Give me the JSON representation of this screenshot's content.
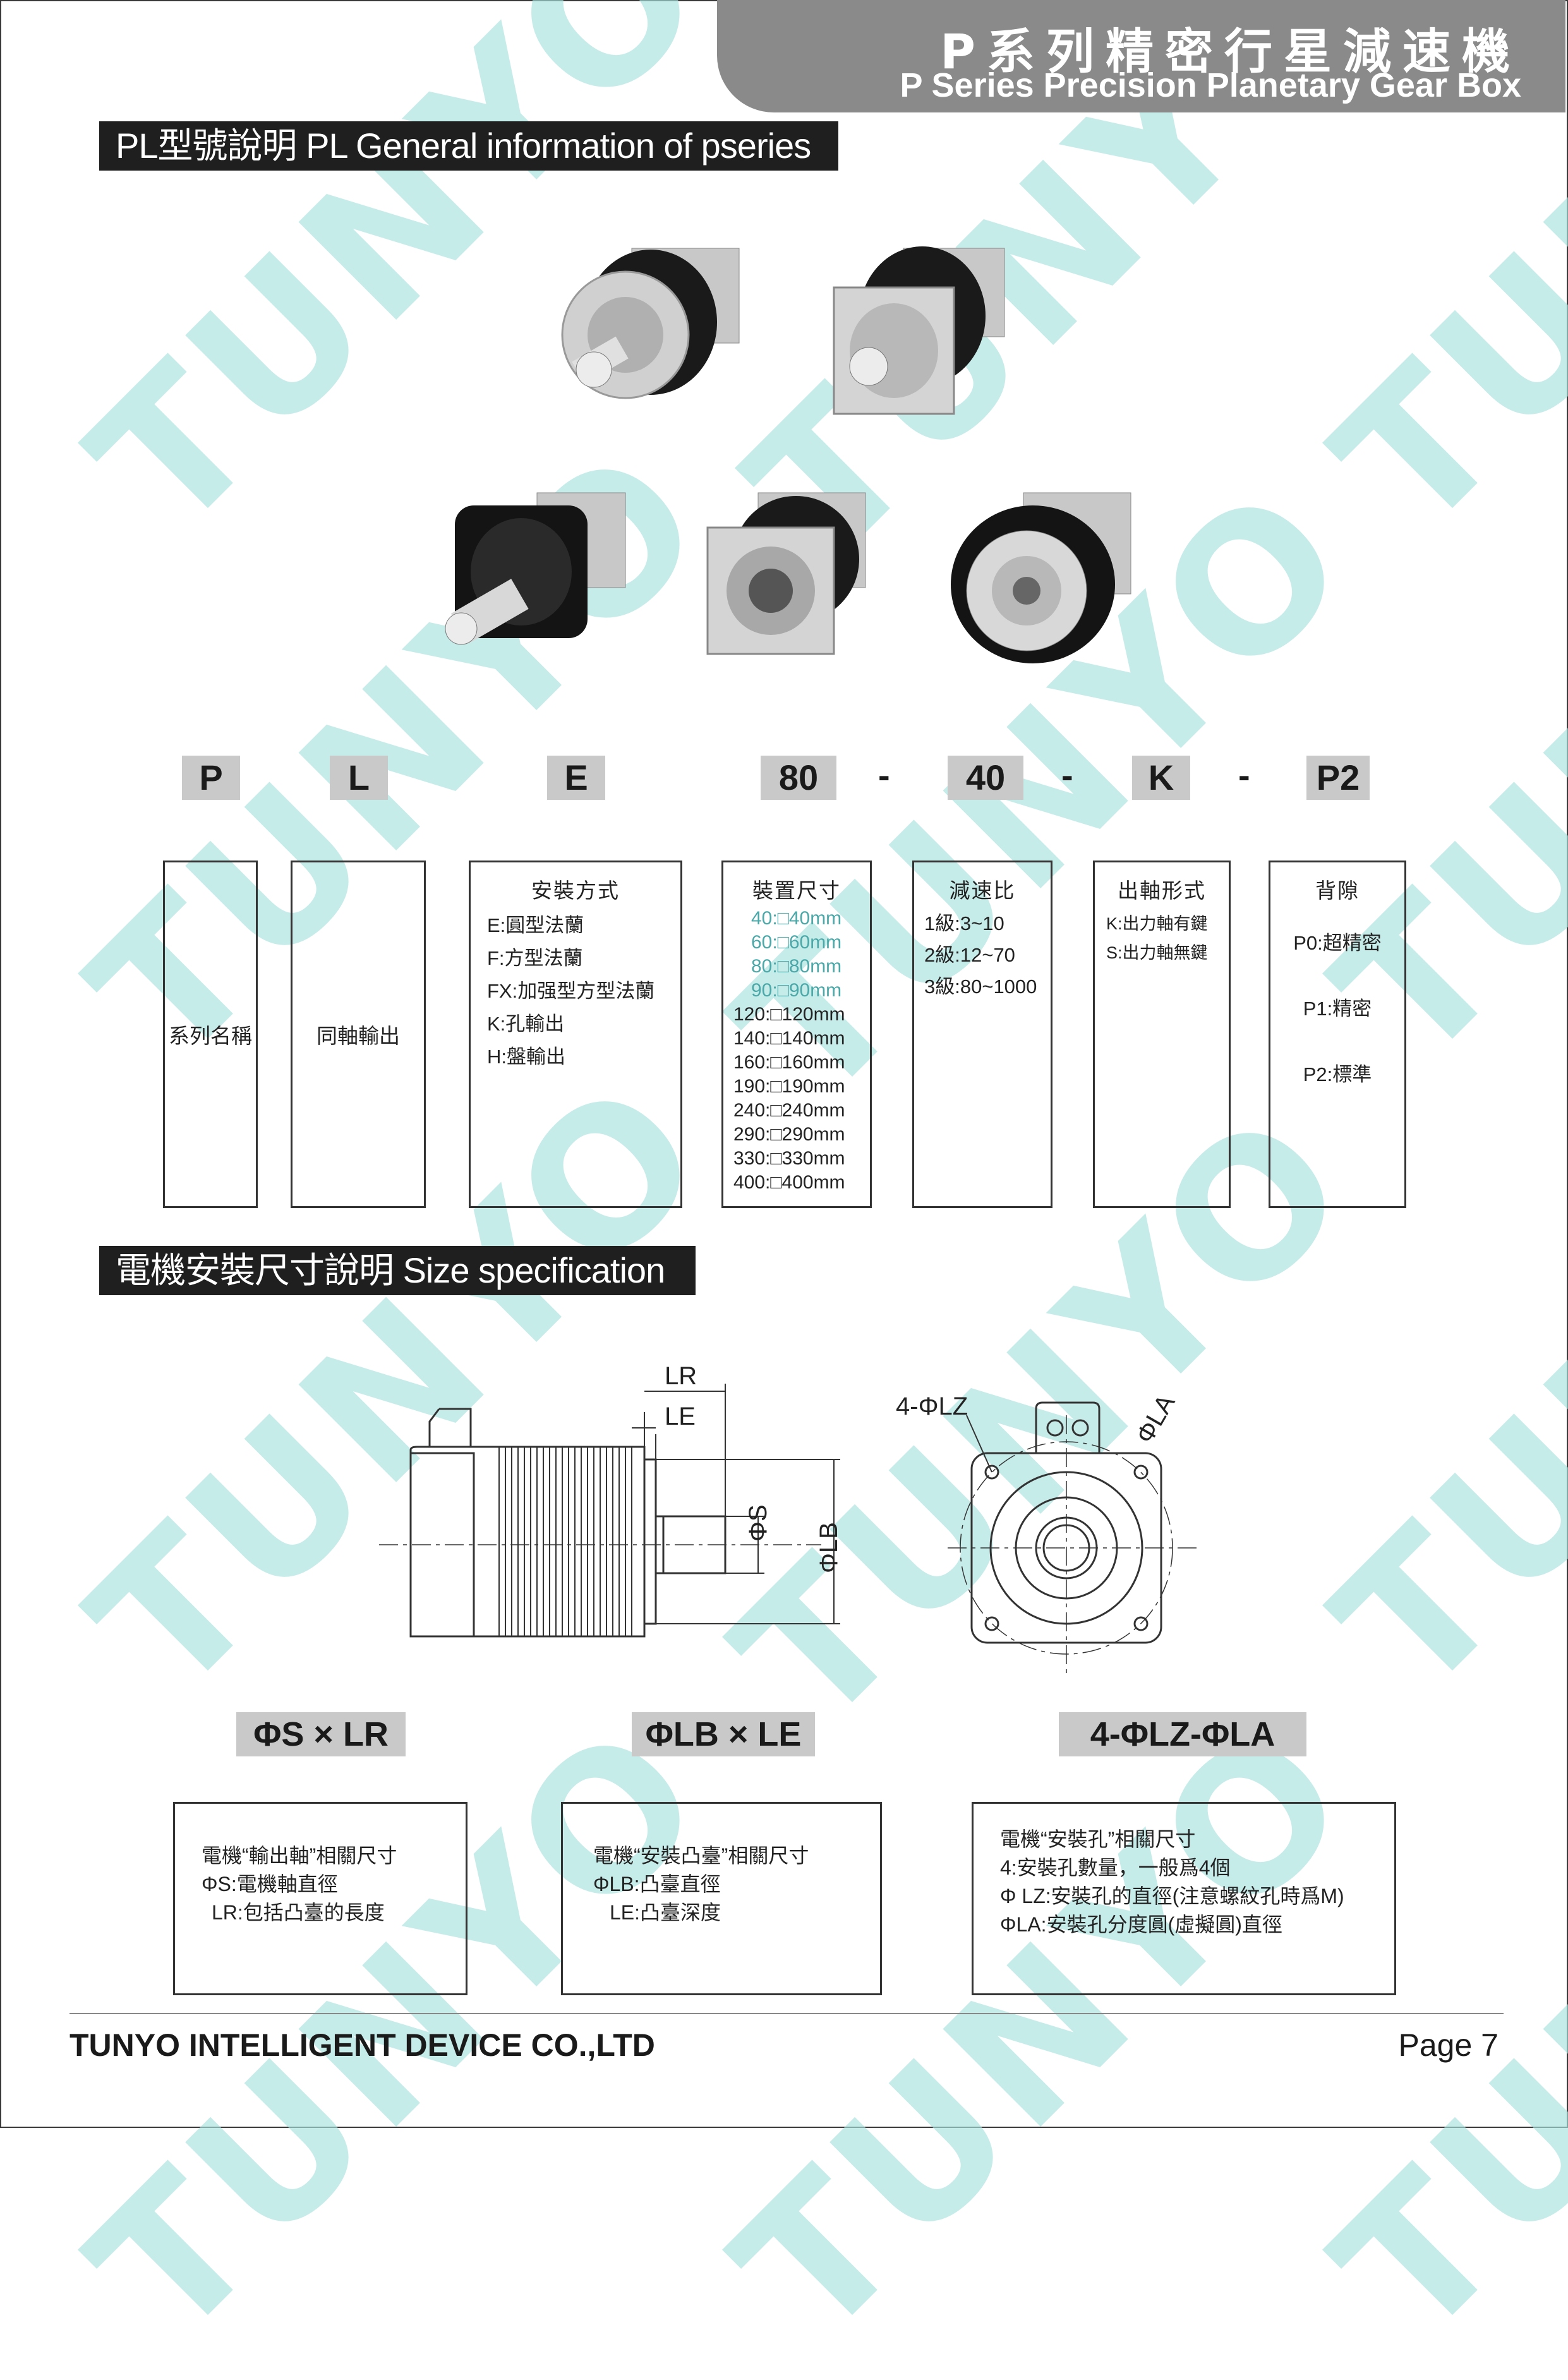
{
  "header": {
    "title_cn": "P系列精密行星減速機",
    "title_en": "P Series Precision Planetary Gear Box"
  },
  "watermark": "TUNYO",
  "section1": {
    "title_cn": "PL型號說明",
    "title_en": "PL General information of pseries"
  },
  "model_code": {
    "letters": [
      "P",
      "L",
      "E",
      "80",
      "40",
      "K",
      "P2"
    ],
    "separator": "-"
  },
  "boxes": {
    "series": "系列名稱",
    "coaxial": "同軸輸出",
    "mount": {
      "title": "安裝方式",
      "lines": [
        "E:圓型法蘭",
        "F:方型法蘭",
        "FX:加强型方型法蘭",
        "K:孔輸出",
        "H:盤輸出"
      ]
    },
    "size": {
      "title": "裝置尺寸",
      "lines": [
        "40:□40mm",
        "60:□60mm",
        "80:□80mm",
        "90:□90mm",
        "120:□120mm",
        "140:□140mm",
        "160:□160mm",
        "190:□190mm",
        "240:□240mm",
        "290:□290mm",
        "330:□330mm",
        "400:□400mm"
      ]
    },
    "ratio": {
      "title": "減速比",
      "lines": [
        "1級:3~10",
        "2級:12~70",
        "3級:80~1000"
      ]
    },
    "shaft": {
      "title": "出軸形式",
      "lines": [
        "K:出力軸有鍵",
        "S:出力軸無鍵"
      ]
    },
    "backlash": {
      "title": "背隙",
      "lines": [
        "P0:超精密",
        "P1:精密",
        "P2:標準"
      ]
    }
  },
  "section2": {
    "title_cn": "電機安裝尺寸說明",
    "title_en": "Size specification"
  },
  "drawing": {
    "lr": "LR",
    "le": "LE",
    "s": "ΦS",
    "lb": "ΦLB",
    "lz": "4-ΦLZ",
    "la": "ΦLA"
  },
  "labels": [
    "ΦS × LR",
    "ΦLB × LE",
    "4-ΦLZ-ΦLA"
  ],
  "notes": {
    "n1": [
      "電機“輸出軸”相關尺寸",
      "ΦS:電機軸直徑",
      "LR:包括凸臺的長度"
    ],
    "n2": [
      "電機“安裝凸臺”相關尺寸",
      "ΦLB:凸臺直徑",
      "LE:凸臺深度"
    ],
    "n3": [
      "電機“安裝孔”相關尺寸",
      "4:安裝孔數量，一般爲4個",
      "Φ LZ:安裝孔的直徑(注意螺紋孔時爲M)",
      "ΦLA:安裝孔分度圓(虛擬圓)直徑"
    ]
  },
  "footer": {
    "company": "TUNYO INTELLIGENT DEVICE CO.,LTD",
    "page": "Page 7"
  },
  "colors": {
    "accent": "#4aa8a8",
    "watermark": "#a9e3e0",
    "header_bg": "#8a8a8a",
    "band_bg": "#1f1f1f"
  }
}
